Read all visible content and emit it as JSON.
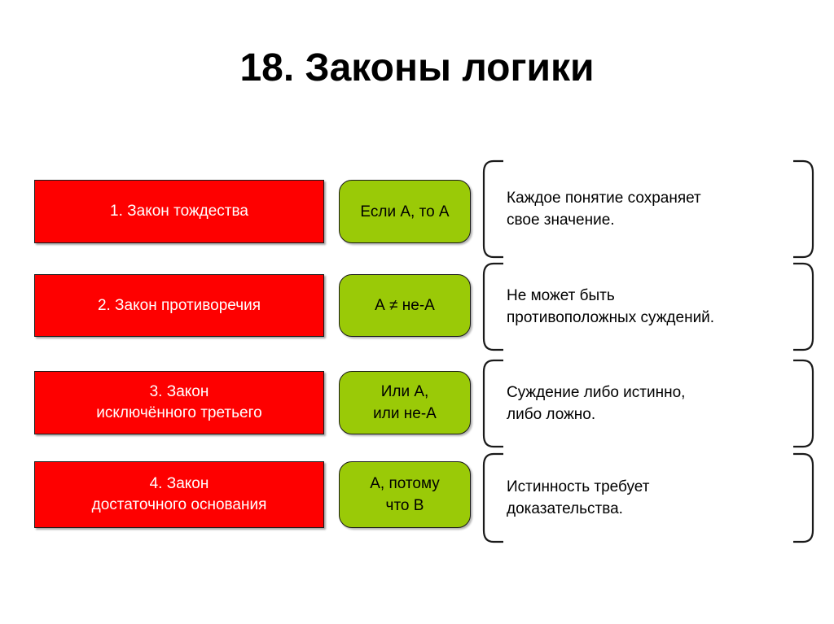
{
  "slide": {
    "title": "18. Законы логики",
    "background_color": "#ffffff",
    "law_box_color": "#fe0000",
    "law_text_color": "#ffffff",
    "formula_box_color": "#9aca07",
    "formula_text_color": "#000000",
    "bracket_color": "#1a1a1a"
  },
  "rows": [
    {
      "law": "1. Закон тождества",
      "formula": "Если А, то А",
      "description": "Каждое понятие сохраняет\nсвое значение."
    },
    {
      "law": "2. Закон противоречия",
      "formula": "А ≠ не-А",
      "description": "Не может быть\nпротивоположных суждений."
    },
    {
      "law": "3. Закон\nисключённого третьего",
      "formula": "Или А,\nили не-А",
      "description": "Суждение либо истинно,\nлибо ложно."
    },
    {
      "law": "4. Закон\nдостаточного основания",
      "formula": "А, потому\nчто В",
      "description": "Истинность требует\nдоказательства."
    }
  ]
}
